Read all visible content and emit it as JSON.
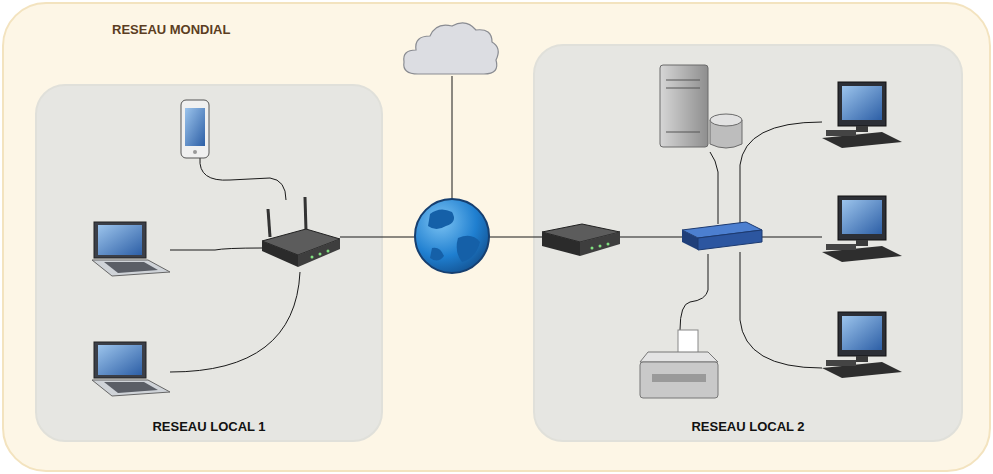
{
  "diagram": {
    "nodes": [
      {
        "text": [
          "RESEAU MONDIAL"
        ]
      },
      {
        "text": [
          "RESEAU LOCAL 1"
        ],
        "in": 0
      },
      {
        "text": [
          "RESEAU LOCAL 2"
        ],
        "in": 0
      }
    ]
  }
}
